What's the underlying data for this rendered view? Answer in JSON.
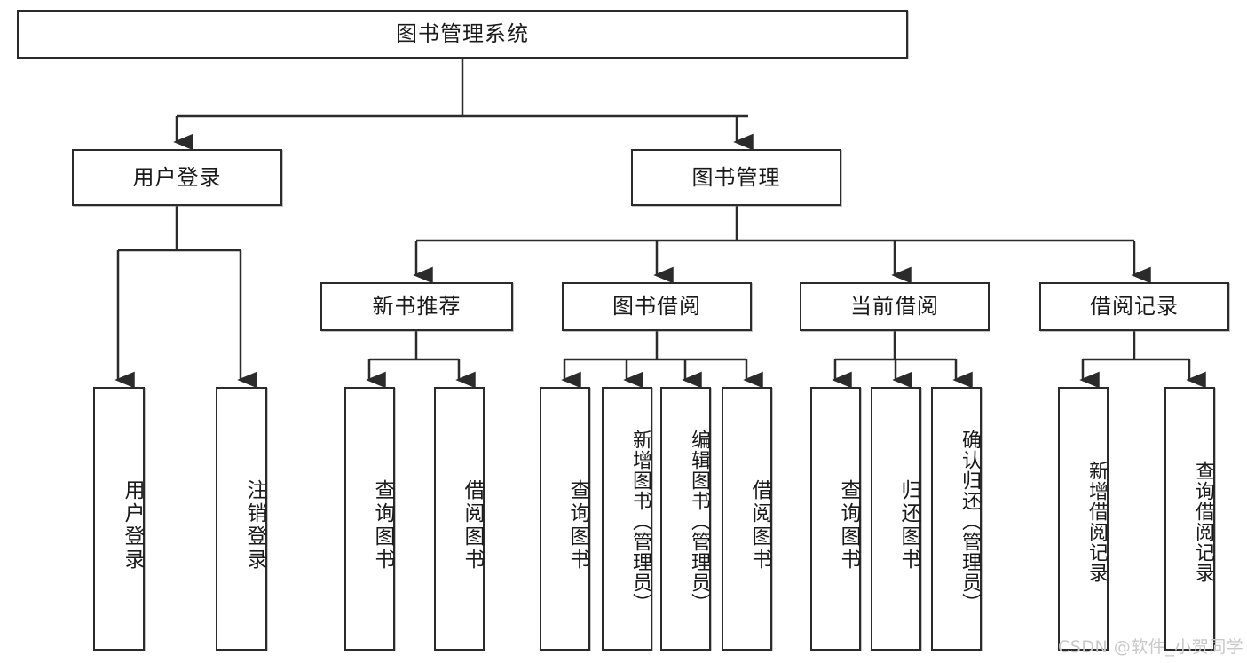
{
  "diagram": {
    "type": "tree",
    "title": "图书管理系统",
    "orientation": "top-down",
    "colors": {
      "box_border": "#2b2b2b",
      "box_fill": "#ffffff",
      "edge": "#2b2b2b",
      "text": "#1a1a1a",
      "watermark": "#c8c8c8",
      "background": "#ffffff"
    }
  },
  "root": {
    "label": "图书管理系统"
  },
  "level2": [
    {
      "label": "用户登录"
    },
    {
      "label": "图书管理"
    }
  ],
  "level3": [
    {
      "label": "新书推荐"
    },
    {
      "label": "图书借阅"
    },
    {
      "label": "当前借阅"
    },
    {
      "label": "借阅记录"
    }
  ],
  "leaves": {
    "user_login": [
      {
        "label": "用户登录"
      },
      {
        "label": "注销登录"
      }
    ],
    "new_book_recommend": [
      {
        "label": "查询图书"
      },
      {
        "label": "借阅图书"
      }
    ],
    "book_borrow": [
      {
        "label": "查询图书"
      },
      {
        "label": "新增图书（管理员）"
      },
      {
        "label": "编辑图书（管理员）"
      },
      {
        "label": "借阅图书"
      }
    ],
    "current_borrow": [
      {
        "label": "查询图书"
      },
      {
        "label": "归还图书"
      },
      {
        "label": "确认归还（管理员）"
      }
    ],
    "borrow_record": [
      {
        "label": "新增借阅记录"
      },
      {
        "label": "查询借阅记录"
      }
    ]
  },
  "watermark": {
    "text": "CSDN @软件_小贺同学"
  }
}
